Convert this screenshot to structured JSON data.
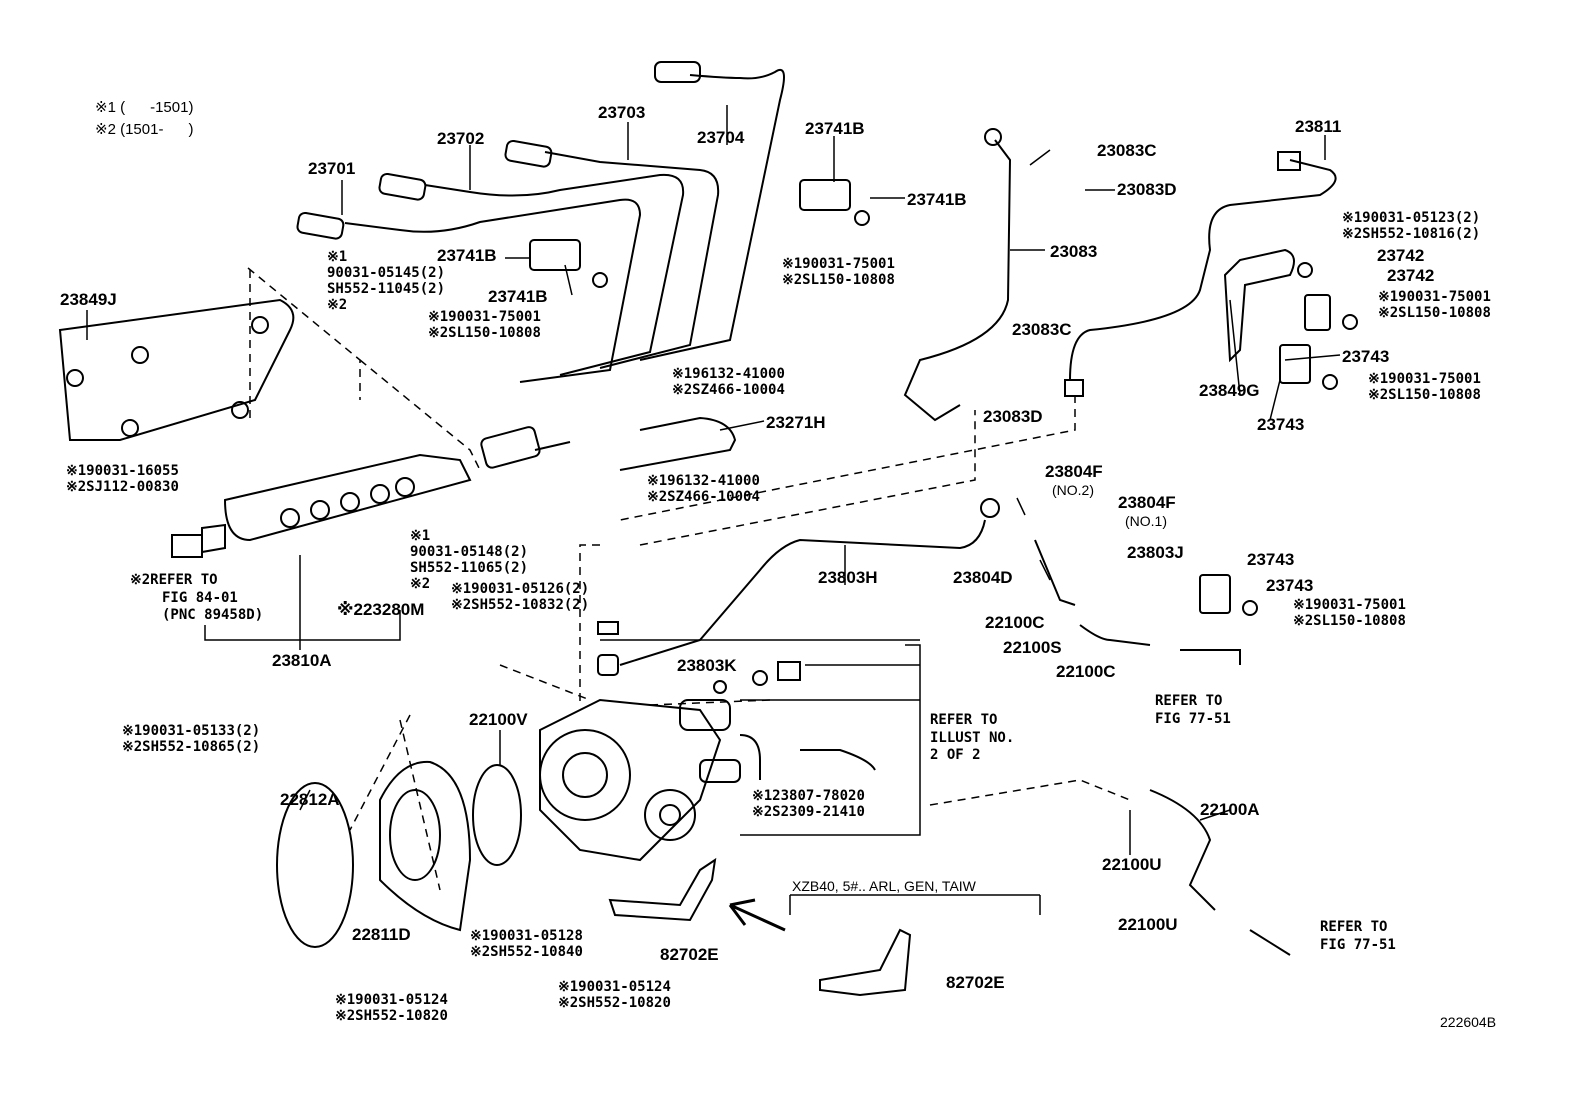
{
  "legend": [
    "※1 (      -1501)",
    "※2 (1501-      )"
  ],
  "figure_id": "222604B",
  "parts": {
    "p23701": "23701",
    "p23702": "23702",
    "p23703": "23703",
    "p23704": "23704",
    "p23741B_a": "23741B",
    "p23741B_b": "23741B",
    "p23741B_c": "23741B",
    "p23741B_d": "23741B",
    "p23083C_a": "23083C",
    "p23083D_a": "23083D",
    "p23083": "23083",
    "p23083C_b": "23083C",
    "p23083D_b": "23083D",
    "p23811": "23811",
    "p23742_a": "23742",
    "p23742_b": "23742",
    "p23743_a": "23743",
    "p23849G": "23849G",
    "p23743_b": "23743",
    "p23849J": "23849J",
    "p23271H": "23271H",
    "p23804F_a": "23804F",
    "p23804F_a_sub": "(NO.2)",
    "p23804F_b": "23804F",
    "p23804F_b_sub": "(NO.1)",
    "p23803J": "23803J",
    "p23803H": "23803H",
    "p23804D": "23804D",
    "p23743_c": "23743",
    "p23743_d": "23743",
    "p23280M": "※223280M",
    "p23810A": "23810A",
    "p22100C_a": "22100C",
    "p22100S": "22100S",
    "p22100C_b": "22100C",
    "p23803K": "23803K",
    "p22100V": "22100V",
    "p22812A": "22812A",
    "p22100A": "22100A",
    "p22100U_a": "22100U",
    "p22811D": "22811D",
    "p22100U_b": "22100U",
    "p82702E_a": "82702E",
    "p82702E_b": "82702E"
  },
  "notes": {
    "n1": [
      "※1",
      "90031-05145(2)",
      "SH552-11045(2)",
      "※2"
    ],
    "n2": [
      "※190031-75001",
      "※2SL150-10808"
    ],
    "n3": [
      "※190031-75001",
      "※2SL150-10808"
    ],
    "n4": [
      "※190031-05123(2)",
      "※2SH552-10816(2)"
    ],
    "n5": [
      "※190031-75001",
      "※2SL150-10808"
    ],
    "n6": [
      "※190031-75001",
      "※2SL150-10808"
    ],
    "n7": [
      "※196132-41000",
      "※2SZ466-10004"
    ],
    "n8": [
      "※190031-16055",
      "※2SJ112-00830"
    ],
    "n9": [
      "※196132-41000",
      "※2SZ466-10004"
    ],
    "n10": [
      "※190031-75001",
      "※2SL150-10808"
    ],
    "n11": [
      "※2REFER TO",
      "FIG 84-01",
      "(PNC 89458D)"
    ],
    "n12": [
      "※1",
      "90031-05148(2)",
      "SH552-11065(2)",
      "※2"
    ],
    "n13": [
      "※190031-05126(2)",
      "※2SH552-10832(2)"
    ],
    "n14": [
      "REFER TO",
      "ILLUST NO.",
      "2 OF 2"
    ],
    "n15": [
      "REFER TO",
      "FIG 77-51"
    ],
    "n16": [
      "※190031-05133(2)",
      "※2SH552-10865(2)"
    ],
    "n17": [
      "※123807-78020",
      "※2S2309-21410"
    ],
    "n18": [
      "XZB40, 5#.. ARL, GEN, TAIW"
    ],
    "n19": [
      "REFER TO",
      "FIG 77-51"
    ],
    "n20": [
      "※190031-05128",
      "※2SH552-10840"
    ],
    "n21": [
      "※190031-05124",
      "※2SH552-10820"
    ],
    "n22": [
      "※190031-05124",
      "※2SH552-10820"
    ]
  }
}
